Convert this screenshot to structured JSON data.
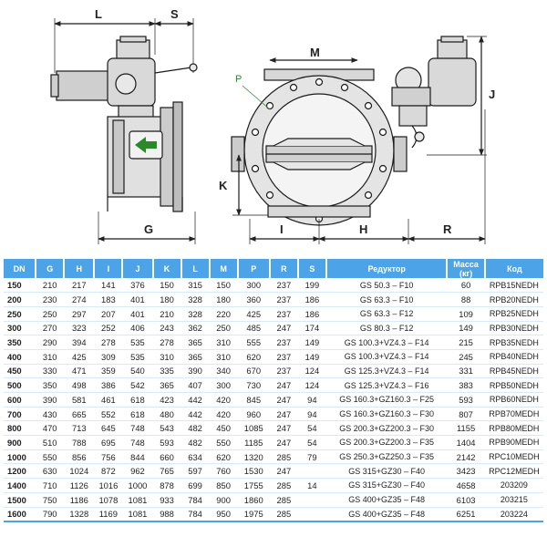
{
  "drawing": {
    "labels": {
      "L": "L",
      "S": "S",
      "M": "M",
      "J": "J",
      "P": "P",
      "K": "K",
      "G": "G",
      "I": "I",
      "H": "H",
      "R": "R"
    }
  },
  "table": {
    "headers": [
      "DN",
      "G",
      "H",
      "I",
      "J",
      "K",
      "L",
      "M",
      "P",
      "R",
      "S",
      "Редуктор",
      "Масса (кг)",
      "Код"
    ],
    "rows": [
      [
        "150",
        "210",
        "217",
        "141",
        "376",
        "150",
        "315",
        "150",
        "300",
        "237",
        "199",
        "GS 50.3 – F10",
        "60",
        "RPB15NEDH"
      ],
      [
        "200",
        "230",
        "274",
        "183",
        "401",
        "180",
        "328",
        "180",
        "360",
        "237",
        "186",
        "GS 63.3 – F10",
        "88",
        "RPB20NEDH"
      ],
      [
        "250",
        "250",
        "297",
        "207",
        "401",
        "210",
        "328",
        "220",
        "425",
        "237",
        "186",
        "GS 63.3 – F12",
        "109",
        "RPB25NEDH"
      ],
      [
        "300",
        "270",
        "323",
        "252",
        "406",
        "243",
        "362",
        "250",
        "485",
        "247",
        "174",
        "GS 80.3 – F12",
        "149",
        "RPB30NEDH"
      ],
      [
        "350",
        "290",
        "394",
        "278",
        "535",
        "278",
        "365",
        "310",
        "555",
        "237",
        "149",
        "GS 100.3+VZ4.3 – F14",
        "215",
        "RPB35NEDH"
      ],
      [
        "400",
        "310",
        "425",
        "309",
        "535",
        "310",
        "365",
        "310",
        "620",
        "237",
        "149",
        "GS 100.3+VZ4.3 – F14",
        "245",
        "RPB40NEDH"
      ],
      [
        "450",
        "330",
        "471",
        "359",
        "540",
        "335",
        "390",
        "340",
        "670",
        "237",
        "124",
        "GS 125.3+VZ4.3 – F14",
        "331",
        "RPB45NEDH"
      ],
      [
        "500",
        "350",
        "498",
        "386",
        "542",
        "365",
        "407",
        "300",
        "730",
        "247",
        "124",
        "GS 125.3+VZ4.3 – F16",
        "383",
        "RPB50NEDH"
      ],
      [
        "600",
        "390",
        "581",
        "461",
        "618",
        "423",
        "442",
        "420",
        "845",
        "247",
        "94",
        "GS 160.3+GZ160.3 – F25",
        "593",
        "RPB60NEDH"
      ],
      [
        "700",
        "430",
        "665",
        "552",
        "618",
        "480",
        "442",
        "420",
        "960",
        "247",
        "94",
        "GS 160.3+GZ160.3 – F30",
        "807",
        "RPB70MEDH"
      ],
      [
        "800",
        "470",
        "713",
        "645",
        "748",
        "543",
        "482",
        "450",
        "1085",
        "247",
        "54",
        "GS 200.3+GZ200.3 – F30",
        "1155",
        "RPB80MEDH"
      ],
      [
        "900",
        "510",
        "788",
        "695",
        "748",
        "593",
        "482",
        "550",
        "1185",
        "247",
        "54",
        "GS 200.3+GZ200.3 – F35",
        "1404",
        "RPB90MEDH"
      ],
      [
        "1000",
        "550",
        "856",
        "756",
        "844",
        "660",
        "634",
        "620",
        "1320",
        "285",
        "79",
        "GS 250.3+GZ250.3 – F35",
        "2142",
        "RPC10MEDH"
      ],
      [
        "1200",
        "630",
        "1024",
        "872",
        "962",
        "765",
        "597",
        "760",
        "1530",
        "247",
        "",
        "GS 315+GZ30 – F40",
        "3423",
        "RPC12MEDH"
      ],
      [
        "1400",
        "710",
        "1126",
        "1016",
        "1000",
        "878",
        "699",
        "850",
        "1755",
        "285",
        "14",
        "GS 315+GZ30 – F40",
        "4658",
        "203209"
      ],
      [
        "1500",
        "750",
        "1186",
        "1078",
        "1081",
        "933",
        "784",
        "900",
        "1860",
        "285",
        "",
        "GS 400+GZ35 – F48",
        "6103",
        "203215"
      ],
      [
        "1600",
        "790",
        "1328",
        "1169",
        "1081",
        "988",
        "784",
        "950",
        "1975",
        "285",
        "",
        "GS 400+GZ35 – F48",
        "6251",
        "203224"
      ]
    ]
  },
  "colors": {
    "header_bg": "#4da3e8",
    "actuator_green": "#2a8a2a",
    "line": "#1a1a1a"
  }
}
